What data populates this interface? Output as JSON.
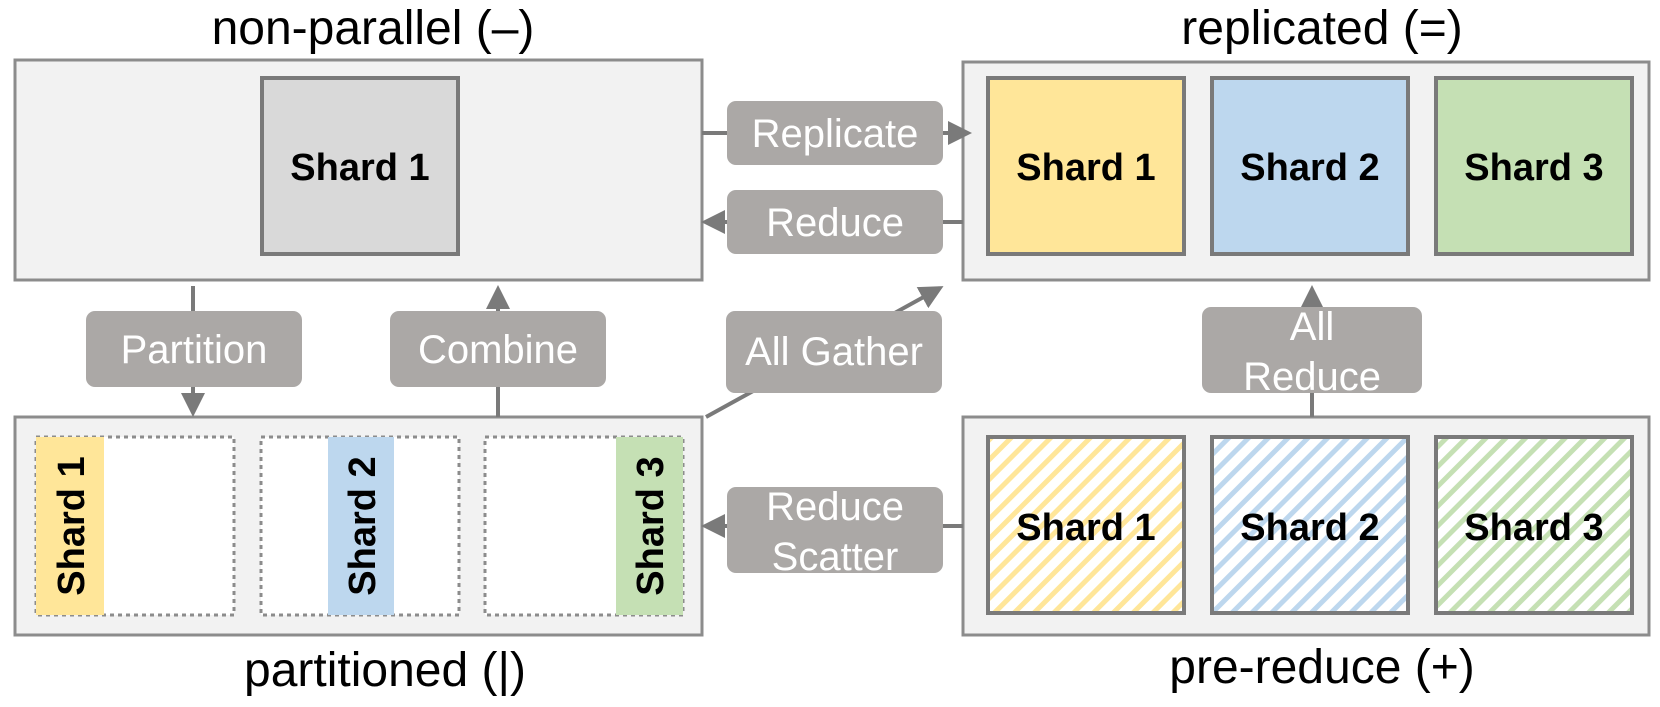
{
  "colors": {
    "shard1": "#ffe699",
    "shard2": "#bdd7ee",
    "shard3": "#c5e0b4",
    "nonparallel_shard": "#d9d9d9",
    "panel": "#f2f2f2",
    "op_box": "#aba8a6",
    "arrow": "#7a7a7a"
  },
  "states": {
    "non_parallel": {
      "title": "non-parallel (–)",
      "shard": "Shard 1"
    },
    "replicated": {
      "title": "replicated (=)",
      "shards": [
        "Shard 1",
        "Shard 2",
        "Shard 3"
      ]
    },
    "partitioned": {
      "title": "partitioned (|)",
      "shards": [
        "Shard 1",
        "Shard 2",
        "Shard 3"
      ]
    },
    "pre_reduce": {
      "title": "pre-reduce (+)",
      "shards": [
        "Shard 1",
        "Shard 2",
        "Shard 3"
      ]
    }
  },
  "operations": {
    "replicate": "Replicate",
    "reduce": "Reduce",
    "partition": "Partition",
    "combine": "Combine",
    "all_gather": "All Gather",
    "all_reduce_line1": "All",
    "all_reduce_line2": "Reduce",
    "reduce_scatter_line1": "Reduce",
    "reduce_scatter_line2": "Scatter"
  }
}
